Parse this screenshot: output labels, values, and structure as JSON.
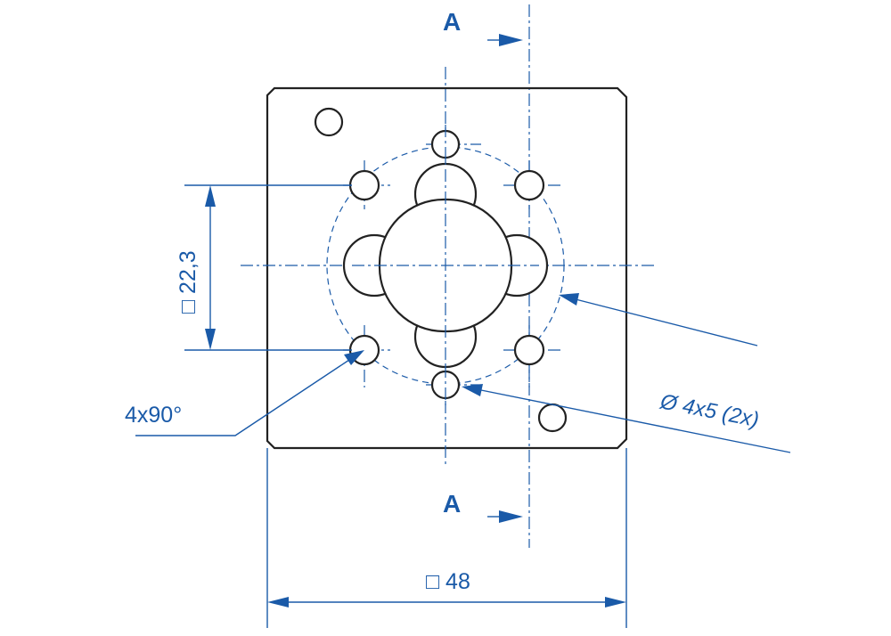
{
  "section_label_top": "A",
  "section_label_bottom": "A",
  "dim_width": "□ 48",
  "dim_hole_square": "□ 22,3",
  "note_angle": "4x90°",
  "note_holes": "Ø 4x5 (2x)",
  "colors": {
    "dimension": "#1a5aa8",
    "outline": "#222222"
  }
}
